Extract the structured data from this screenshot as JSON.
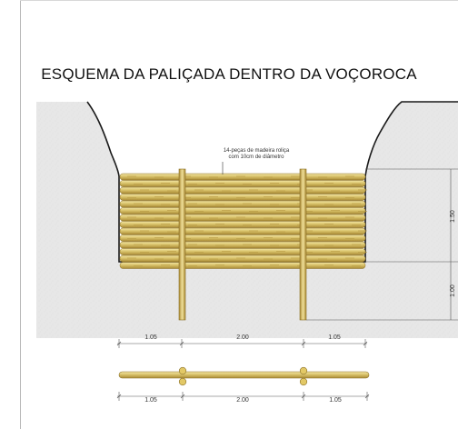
{
  "title": "ESQUEMA DA PALIÇADA DENTRO DA VOÇOROCA",
  "annotation": {
    "line1": "14-peças de madeira roliça",
    "line2": "com 10cm de diâmetro"
  },
  "elevation_dimensions": {
    "left_span": "1.05",
    "center_span": "2.00",
    "right_span": "1.05",
    "upper_height": "1.50",
    "lower_height": "1.00"
  },
  "plan_dimensions": {
    "left_span": "1.05",
    "center_span": "2.00",
    "right_span": "1.05"
  },
  "colors": {
    "wood": "#d9c26a",
    "wood_dark": "#9c7f2c",
    "ground": "#e6e6e6",
    "ground_edge": "#222222"
  }
}
